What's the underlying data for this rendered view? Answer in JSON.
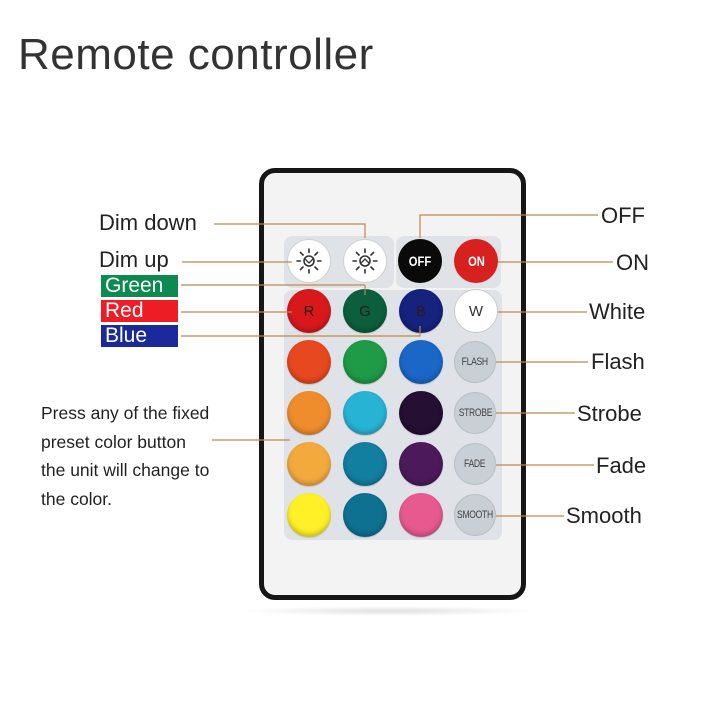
{
  "title": "Remote controller",
  "dim": {
    "down_label": "Dim down",
    "up_label": "Dim up"
  },
  "power": {
    "off_btn": "OFF",
    "on_btn": "ON",
    "off_label": "OFF",
    "on_label": "ON"
  },
  "rgb_tags": {
    "green": {
      "text": "Green",
      "color": "#0d8a4f"
    },
    "red": {
      "text": "Red",
      "color": "#ee1c24"
    },
    "blue": {
      "text": "Blue",
      "color": "#1a2a9a"
    }
  },
  "row1": {
    "r": "R",
    "g": "G",
    "b": "B",
    "w": "W"
  },
  "functions": {
    "flash_btn": "FLASH",
    "strobe_btn": "STROBE",
    "fade_btn": "FADE",
    "smooth_btn": "SMOOTH",
    "white_label": "White",
    "flash_label": "Flash",
    "strobe_label": "Strobe",
    "fade_label": "Fade",
    "smooth_label": "Smooth"
  },
  "note_lines": [
    "Press any of the fixed",
    "preset color button",
    "the unit will change to",
    "the color."
  ],
  "colors": {
    "r": "#d7191c",
    "g": "#0c5f3c",
    "b": "#15227e",
    "grid": [
      [
        "#e8481f",
        "#1f9a47",
        "#1b67c7"
      ],
      [
        "#ef8d2c",
        "#27b3d4",
        "#250f33"
      ],
      [
        "#f4a93d",
        "#127ea0",
        "#4c1a5a"
      ],
      [
        "#fff027",
        "#0e7192",
        "#e65a8f"
      ]
    ]
  }
}
